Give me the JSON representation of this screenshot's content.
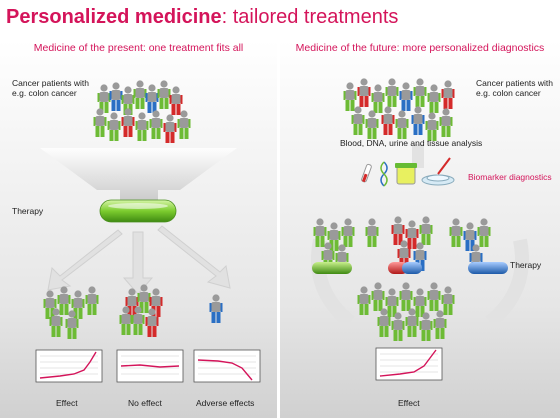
{
  "title": {
    "bold": "Personalized medicine",
    "rest": ": tailored treatments"
  },
  "left": {
    "heading": "Medicine of the present: one treatment fits all",
    "patients_label_1": "Cancer patients with",
    "patients_label_2": "e.g. colon cancer",
    "therapy_label": "Therapy",
    "outcomes": [
      "Effect",
      "No effect",
      "Adverse effects"
    ]
  },
  "right": {
    "heading": "Medicine of the future: more personalized diagnostics",
    "patients_label_1": "Cancer patients with",
    "patients_label_2": "e.g. colon cancer",
    "analysis_label": "Blood, DNA, urine and tissue analysis",
    "biomarker_label": "Biomarker diagnostics",
    "therapy_label": "Therapy",
    "effect_label": "Effect"
  },
  "colors": {
    "accent": "#d4145a",
    "green": "#66bb33",
    "red": "#d42a2a",
    "blue": "#2a6fc4",
    "gray": "#9a9a9a"
  }
}
